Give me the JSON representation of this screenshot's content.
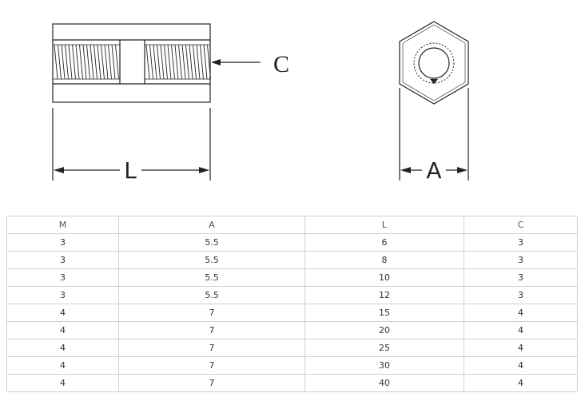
{
  "drawing": {
    "side_view": {
      "dim_length_label": "L",
      "dim_thread_label": "C"
    },
    "end_view": {
      "dim_width_label": "A"
    }
  },
  "table": {
    "headers": [
      "M",
      "A",
      "L",
      "C"
    ],
    "rows": [
      [
        "3",
        "5.5",
        "6",
        "3"
      ],
      [
        "3",
        "5.5",
        "8",
        "3"
      ],
      [
        "3",
        "5.5",
        "10",
        "3"
      ],
      [
        "3",
        "5.5",
        "12",
        "3"
      ],
      [
        "4",
        "7",
        "15",
        "4"
      ],
      [
        "4",
        "7",
        "20",
        "4"
      ],
      [
        "4",
        "7",
        "25",
        "4"
      ],
      [
        "4",
        "7",
        "30",
        "4"
      ],
      [
        "4",
        "7",
        "40",
        "4"
      ]
    ]
  },
  "colors": {
    "line": "#222222",
    "grid": "#d0d0d0",
    "text": "#333333"
  }
}
